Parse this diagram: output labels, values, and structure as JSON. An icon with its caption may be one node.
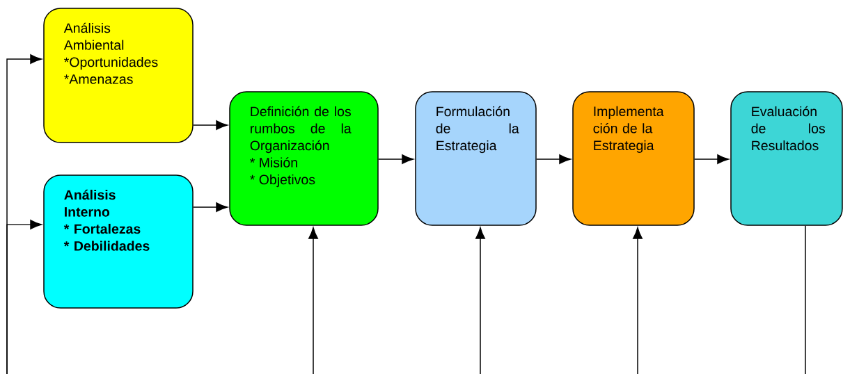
{
  "diagram": {
    "nodes": [
      {
        "text": [
          "Análisis Ambiental",
          "*Oportunidades",
          "*Amenazas"
        ]
      },
      {
        "text": [
          "Análisis Interno",
          "* Fortalezas",
          "* Debilidades"
        ]
      },
      {
        "text": [
          "Definición de los rumbos de la Organización",
          "* Misión",
          "* Objetivos"
        ]
      },
      {
        "text": [
          "Formulación de la Estrategia"
        ]
      },
      {
        "text": [
          "Implementa ción de la Estrategia"
        ]
      },
      {
        "text": [
          "Evaluación de los Resultados"
        ]
      }
    ],
    "edges": [
      {
        "from": null,
        "to": 0,
        "arrow": "to"
      },
      {
        "from": null,
        "to": 1,
        "arrow": "to"
      },
      {
        "from": 0,
        "to": 2,
        "arrow": "to"
      },
      {
        "from": 1,
        "to": 2,
        "arrow": "to"
      },
      {
        "from": 2,
        "to": 3,
        "arrow": "to"
      },
      {
        "from": 3,
        "to": 4,
        "arrow": "to"
      },
      {
        "from": 4,
        "to": 5,
        "arrow": "to"
      },
      {
        "from": null,
        "to": 2,
        "arrow": "to"
      },
      {
        "from": null,
        "to": 3,
        "arrow": "to"
      },
      {
        "from": null,
        "to": 4,
        "arrow": "to"
      },
      {
        "from": 5,
        "to": null,
        "arrow": "none"
      }
    ]
  }
}
